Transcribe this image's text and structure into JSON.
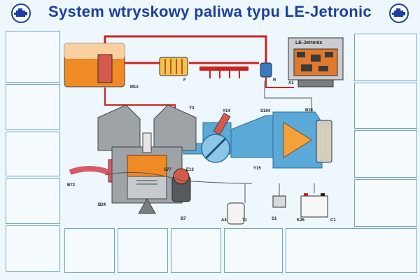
{
  "title": "System wtryskowy paliwa typu LE-Jetronic",
  "control_unit_label": "LE-Jetronic",
  "component_labels": {
    "fuel_tank_pump": "M12",
    "fuel_filter": "F",
    "pressure_regulator": "R",
    "control_unit": "A1",
    "injector": "Y3",
    "cold_start_valve": "Y14",
    "throttle_switch": "S104",
    "air_flow_meter": "B38",
    "idle_valve": "Y15",
    "lambda_probe": "B72",
    "coolant_sensor": "B24",
    "spark_plug": "S77",
    "distributor": "E13",
    "ignition_coil": "T1",
    "relay": "A4",
    "ignition_switch": "S1",
    "fuse_relay": "K26",
    "battery": "C1",
    "sensor": "B7"
  },
  "colors": {
    "title": "#1b3f9e",
    "background": "#eef7fb",
    "fuel_line": "#cc2222",
    "air_duct": "#5aa9d6",
    "engine_block": "#9ea3a8",
    "fuel_tank": "#f08a24",
    "panel_border": "#6ea5c4"
  },
  "icons": [
    "engine-badge-icon"
  ]
}
